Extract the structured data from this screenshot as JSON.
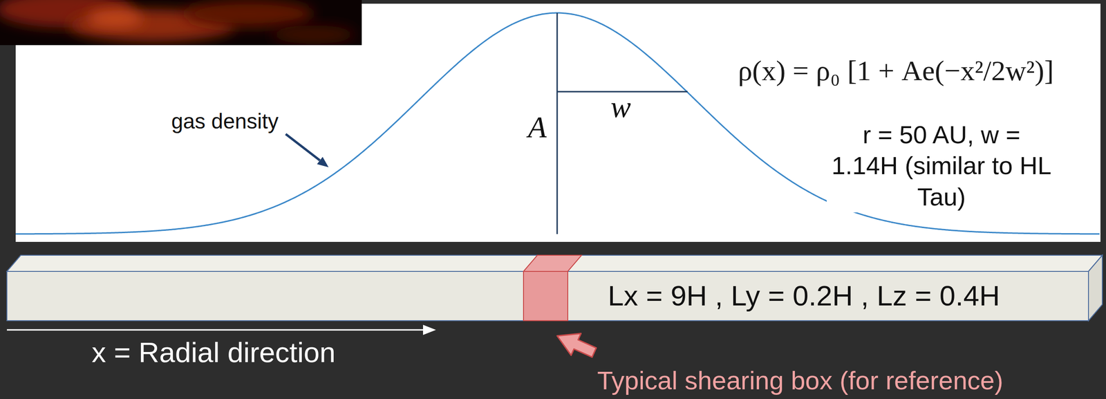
{
  "diagram": {
    "nodes": [
      {
        "text": [
          "Lx = 9H , Ly = 0.2H , Lz = 0.4H"
        ]
      }
    ],
    "labels": [
      "gas density",
      "A",
      "w",
      "ρ(x) = ρ₀ [1 + Ae(−x²/2w²)]",
      "r = 50 AU, w = 1.14H (similar to HL Tau)",
      "x = Radial direction",
      "Typical shearing box (for reference)"
    ]
  }
}
